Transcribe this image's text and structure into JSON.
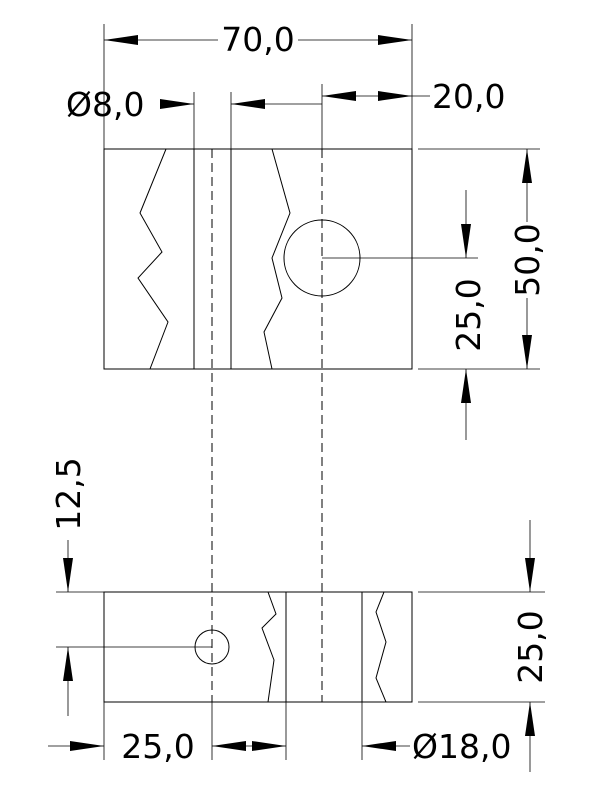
{
  "dimensions": {
    "overall_width": "70,0",
    "small_hole_diameter": "Ø8,0",
    "offset_from_right": "20,0",
    "top_height": "50,0",
    "center_height": "25,0",
    "bottom_offset": "12,5",
    "bottom_height": "25,0",
    "bottom_left_offset": "25,0",
    "large_hole_diameter": "Ø18,0"
  }
}
